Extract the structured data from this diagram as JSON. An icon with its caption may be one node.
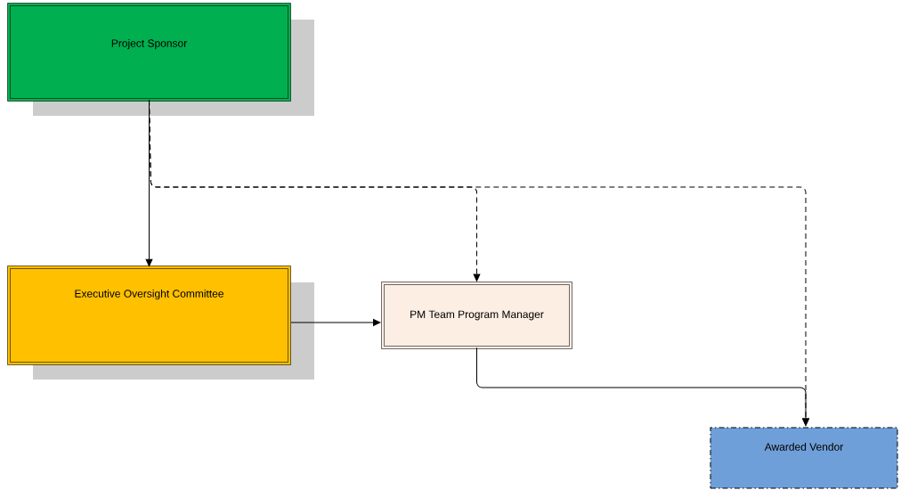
{
  "diagram": {
    "nodes": [
      {
        "text": [
          "Project Sponsor"
        ]
      },
      {
        "text": [
          "Executive Oversight Committee"
        ]
      },
      {
        "text": [
          "PM Team Program Manager"
        ]
      },
      {
        "text": [
          "Awarded Vendor"
        ]
      }
    ],
    "edges": [
      {
        "from": 0,
        "to": 1,
        "arrow": "to"
      },
      {
        "from": 0,
        "to": 2,
        "arrow": "to",
        "style": "dashed"
      },
      {
        "from": 0,
        "to": 3,
        "arrow": "to",
        "style": "dashed"
      },
      {
        "from": 1,
        "to": 2,
        "arrow": "to"
      },
      {
        "from": 2,
        "to": 3,
        "arrow": "to"
      }
    ]
  }
}
